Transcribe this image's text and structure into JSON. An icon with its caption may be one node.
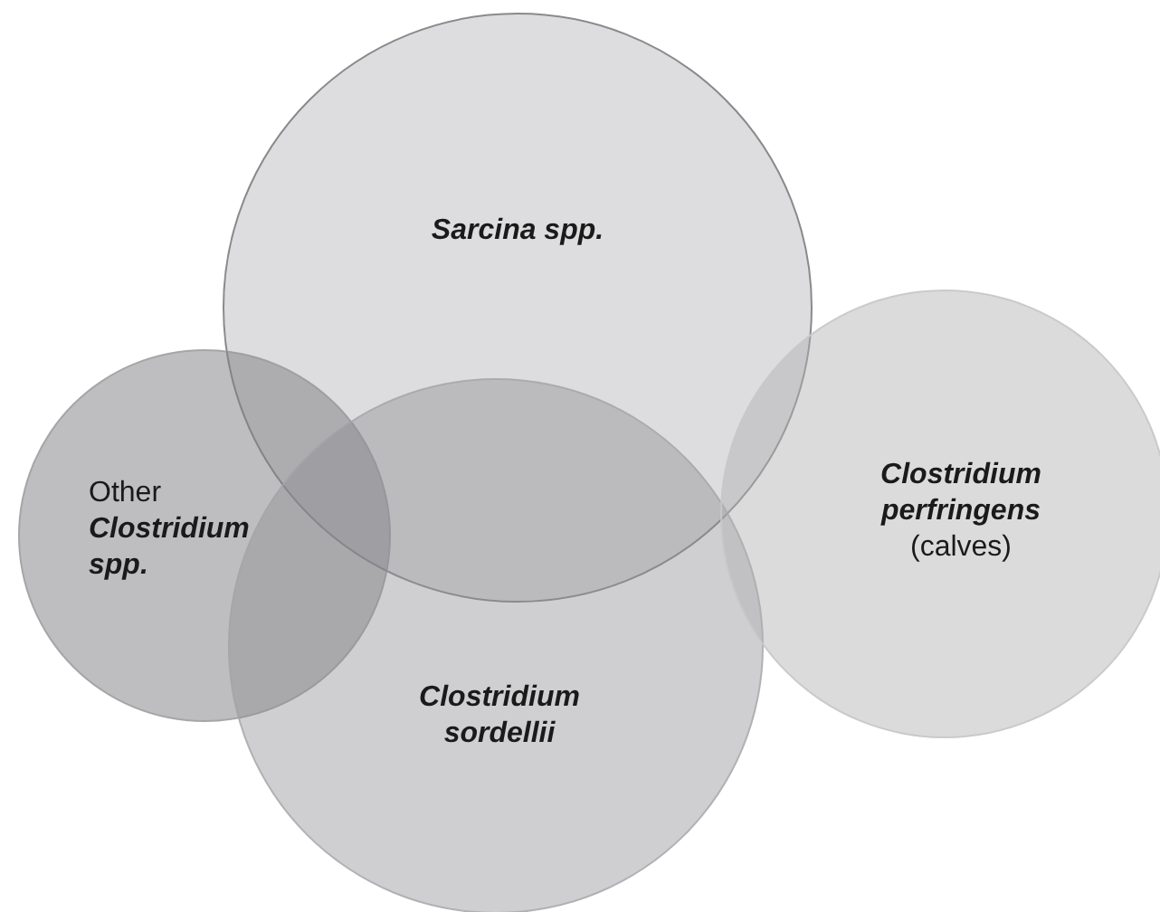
{
  "diagram": {
    "nodes": [
      {
        "text": [
          "Sarcina spp."
        ]
      },
      {
        "text": [
          "Other **Clostridium spp.**"
        ]
      },
      {
        "text": [
          "**Clostridium perfringens** (calves)"
        ]
      },
      {
        "text": [
          "Clostridium sordellii"
        ]
      }
    ]
  }
}
